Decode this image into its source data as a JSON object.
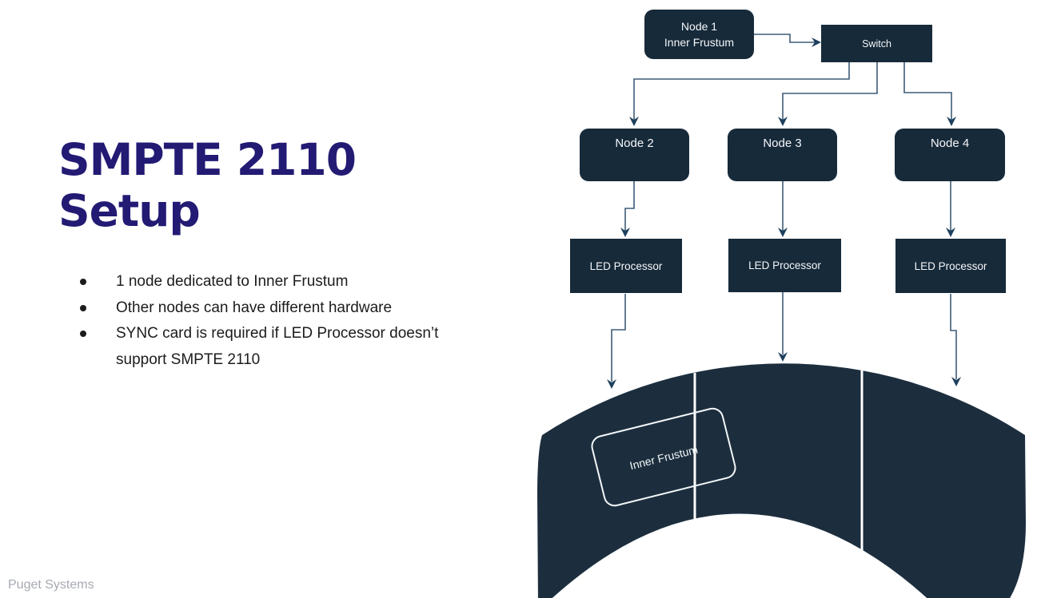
{
  "slide": {
    "title": "SMPTE 2110 Setup",
    "bullets": [
      "1 node dedicated to Inner Frustum",
      "Other nodes can have different hardware",
      "SYNC card is required if LED Processor doesn’t support SMPTE 2110"
    ],
    "footer": "Puget Systems"
  },
  "diagram": {
    "node1": {
      "line1": "Node 1",
      "line2": "Inner Frustum"
    },
    "switch": {
      "label": "Switch"
    },
    "node2": {
      "label": "Node 2"
    },
    "node3": {
      "label": "Node 3"
    },
    "node4": {
      "label": "Node 4"
    },
    "led1": {
      "label": "LED Processor"
    },
    "led2": {
      "label": "LED Processor"
    },
    "led3": {
      "label": "LED Processor"
    },
    "wall_card": {
      "label": "Inner Frustum"
    }
  },
  "colors": {
    "title-color": "#221a73",
    "body-color": "#1c1c1e",
    "footer-color": "#a7aab1",
    "box-bg": "#172a3a",
    "wall-bg": "#1c2e3e",
    "line-color": "#3e5b77",
    "head-color": "#1e405d",
    "box-text": "#f4f7f9"
  }
}
